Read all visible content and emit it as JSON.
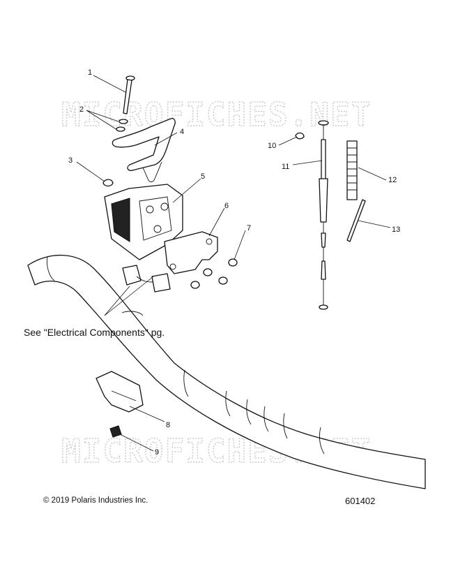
{
  "watermark": {
    "text": "MICROFICHES.NET"
  },
  "callouts": [
    "1",
    "2",
    "3",
    "4",
    "5",
    "6",
    "7",
    "8",
    "9",
    "10",
    "11",
    "12",
    "13"
  ],
  "notes": {
    "electrical": "See \"Electrical Components\" pg."
  },
  "footer": {
    "copyright": "© 2019 Polaris Industries Inc.",
    "diagram_id": "601402"
  }
}
